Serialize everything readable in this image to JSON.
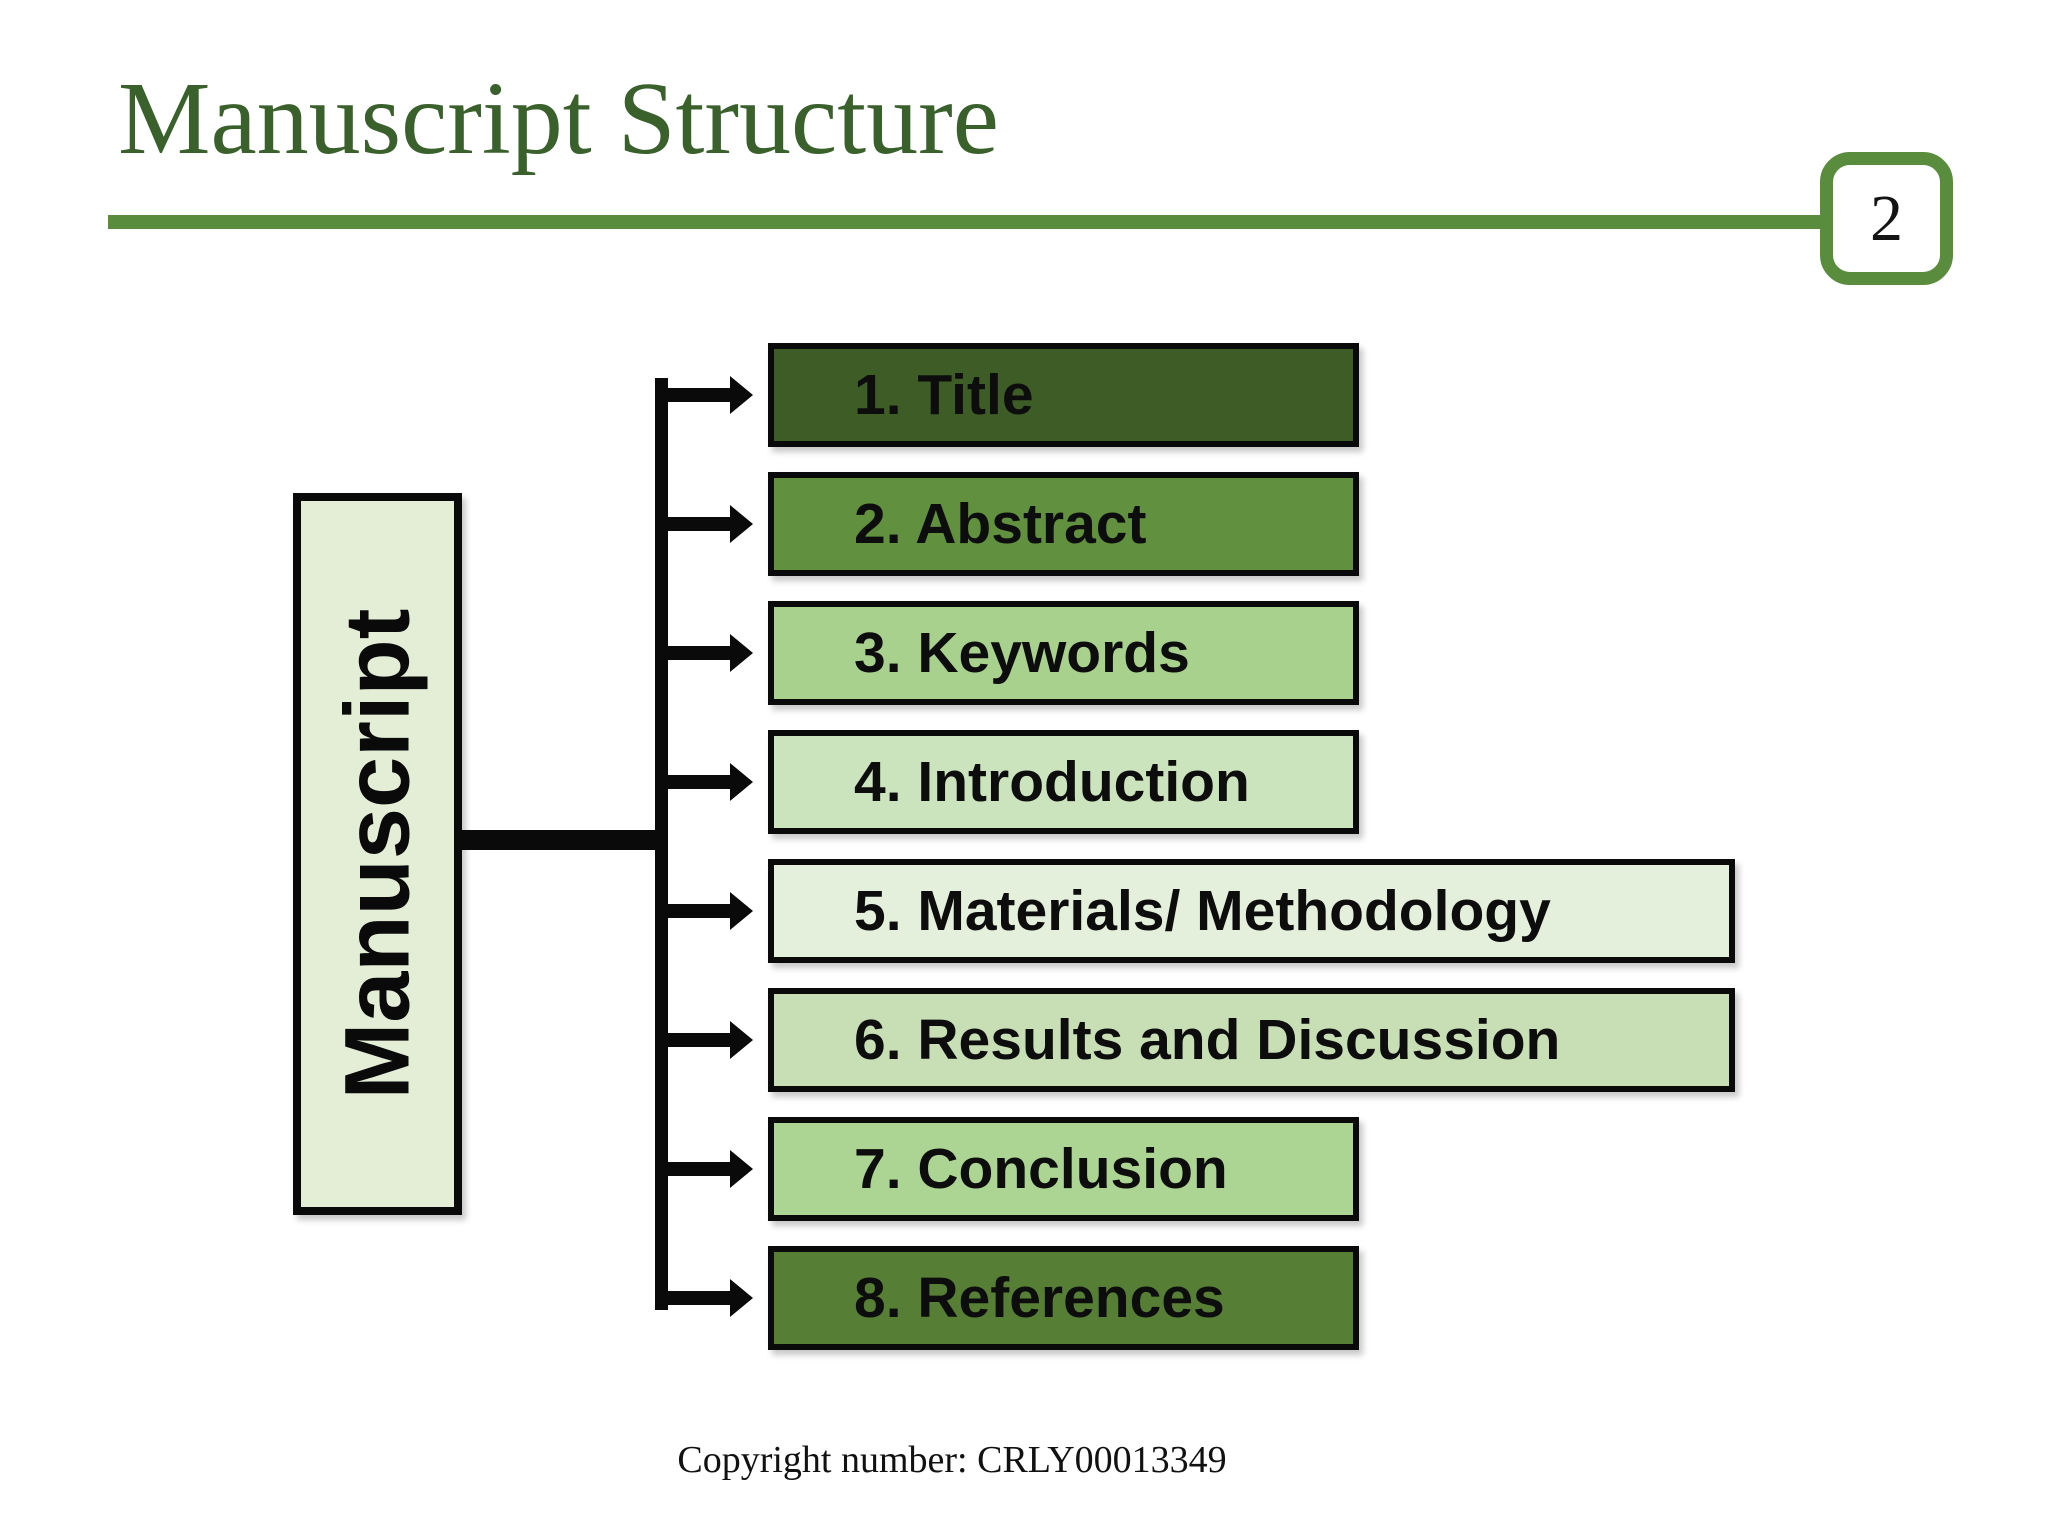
{
  "slide": {
    "title": "Manuscript Structure",
    "page_number": "2",
    "footer": "Copyright number: CRLY00013349"
  },
  "colors": {
    "accent_green": "#5A8C3E",
    "title_green": "#3A602C",
    "root_box_fill": "#E4EDD6",
    "connector_black": "#0A0A0A"
  },
  "diagram": {
    "root_label": "Manuscript",
    "items": [
      {
        "label": "1. Title",
        "fill": "#3E5C26",
        "wide": false
      },
      {
        "label": "2. Abstract",
        "fill": "#61913F",
        "wide": false
      },
      {
        "label": "3. Keywords",
        "fill": "#A9D18E",
        "wide": false
      },
      {
        "label": "4. Introduction",
        "fill": "#CCE4BD",
        "wide": false
      },
      {
        "label": "5. Materials/ Methodology",
        "fill": "#E4F0DB",
        "wide": true
      },
      {
        "label": "6. Results and Discussion",
        "fill": "#C8DFB6",
        "wide": true
      },
      {
        "label": "7. Conclusion",
        "fill": "#ACD492",
        "wide": false
      },
      {
        "label": "8. References",
        "fill": "#567F35",
        "wide": false
      }
    ]
  }
}
